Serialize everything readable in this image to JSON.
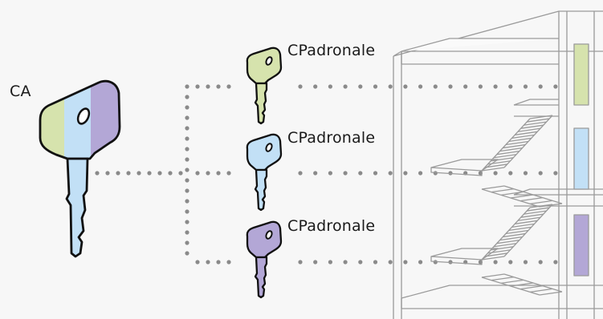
{
  "master_key": {
    "label": "CA",
    "colors": [
      "#d6e3ad",
      "#c2e0f6",
      "#b3a7d6"
    ]
  },
  "sub_keys": [
    {
      "label": "CPadronale",
      "color": "#d6e3ad"
    },
    {
      "label": "CPadronale",
      "color": "#c2e0f6"
    },
    {
      "label": "CPadronale",
      "color": "#b3a7d6"
    }
  ],
  "building": {
    "door_colors": [
      "#d6e3ad",
      "#c2e0f6",
      "#b3a7d6"
    ]
  },
  "colors": {
    "background": "#f7f7f7",
    "dots": "#8a8a8a",
    "outline": "#111111",
    "building_line": "#9a9a9a"
  }
}
